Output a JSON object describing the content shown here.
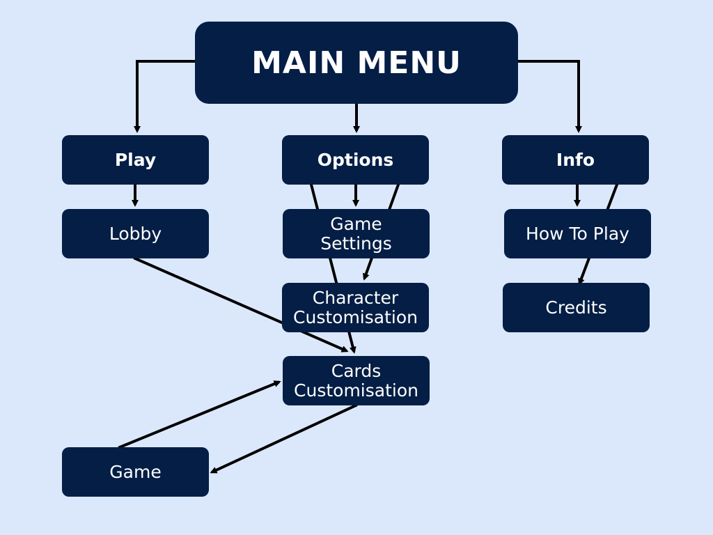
{
  "diagram": {
    "main_menu": "MAIN MENU",
    "play": "Play",
    "options": "Options",
    "info": "Info",
    "lobby": "Lobby",
    "game_settings": [
      "Game",
      "Settings"
    ],
    "character_customisation": [
      "Character",
      "Customisation"
    ],
    "cards_customisation": [
      "Cards",
      "Customisation"
    ],
    "how_to_play": "How To Play",
    "credits": "Credits",
    "game": "Game"
  },
  "colors": {
    "background": "#dbe8fc",
    "node_fill": "#041e45",
    "node_text": "#ffffff",
    "connector": "#000000"
  },
  "edges": [
    [
      "MAIN MENU",
      "Play"
    ],
    [
      "MAIN MENU",
      "Options"
    ],
    [
      "MAIN MENU",
      "Info"
    ],
    [
      "Play",
      "Lobby"
    ],
    [
      "Options",
      "Game Settings"
    ],
    [
      "Options",
      "Character Customisation"
    ],
    [
      "Options",
      "Cards Customisation"
    ],
    [
      "Info",
      "How To Play"
    ],
    [
      "Info",
      "Credits"
    ],
    [
      "Lobby",
      "Cards Customisation"
    ],
    [
      "Cards Customisation",
      "Game"
    ],
    [
      "Game",
      "Cards Customisation"
    ]
  ]
}
